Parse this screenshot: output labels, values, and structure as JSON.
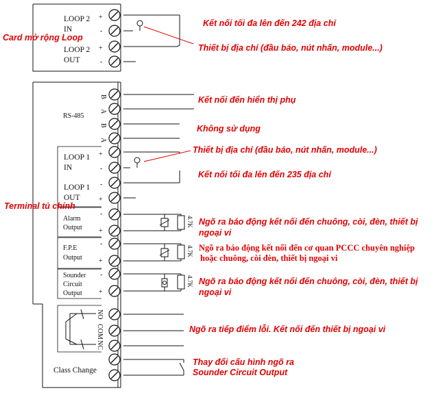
{
  "card": {
    "side_label": "Card mở rộng Loop",
    "loop2_in": {
      "l1": "LOOP 2",
      "l2": "IN"
    },
    "loop2_out": {
      "l1": "LOOP 2",
      "l2": "OUT"
    },
    "polarity": [
      "+",
      "-",
      "+",
      "-"
    ]
  },
  "main": {
    "side_label": "Terminal tủ chính",
    "rs485": "RS-485",
    "rs485_pins": [
      "B",
      "A",
      "B",
      "A"
    ],
    "loop1_in": {
      "l1": "LOOP 1",
      "l2": "IN"
    },
    "loop1_out": {
      "l1": "LOOP 1",
      "l2": "OUT"
    },
    "loop1_polarity": [
      "+",
      "-",
      "-",
      "+"
    ],
    "alarm": {
      "l1": "Alarm",
      "l2": "Output"
    },
    "fpe": {
      "l1": "F.P.E",
      "l2": "Output"
    },
    "sounder": {
      "l1": "Sounder",
      "l2": "Circuit",
      "l3": "Output"
    },
    "output_polarity": [
      "-",
      "+",
      "-",
      "+",
      "-",
      "+"
    ],
    "resistor": "4.7K",
    "relay_pins": [
      "NO",
      "COM",
      "NC"
    ],
    "class_change": "Class Change"
  },
  "annotations": {
    "loop2_max": "Kết nối tối đa lên đến 242 địa chỉ",
    "loop2_device": "Thiết bị địa chỉ (đầu báo, nút nhấn, module...)",
    "rs485_display": "Kết nối đến hiển thị phụ",
    "rs485_unused": "Không sử dụng",
    "loop1_device": "Thiết bị địa chỉ (đầu báo, nút nhấn, module...)",
    "loop1_max": "Kết nối tối đa lên đến 235 địa chỉ",
    "alarm_l1": "Ngõ ra báo động kết nối đến chuông, còi, đèn, thiết bị",
    "alarm_l2": "ngoại vi",
    "fpe_l1": "Ngõ ra báo động kết nối đến cơ quan PCCC chuyên nghiệp",
    "fpe_l2": "hoặc chuông, còi đèn, thiết bị ngoại vi",
    "sounder_l1": "Ngõ ra báo động kết nối đến chuông, còi, đèn, thiết bị",
    "sounder_l2": "ngoại vi",
    "fault_relay": "Ngõ ra tiếp điểm lỗi. Kết nối đến thiết bị ngoại vi",
    "class_l1": "Thay đổi cấu hình ngõ ra",
    "class_l2": "Sounder Circuit Output"
  }
}
